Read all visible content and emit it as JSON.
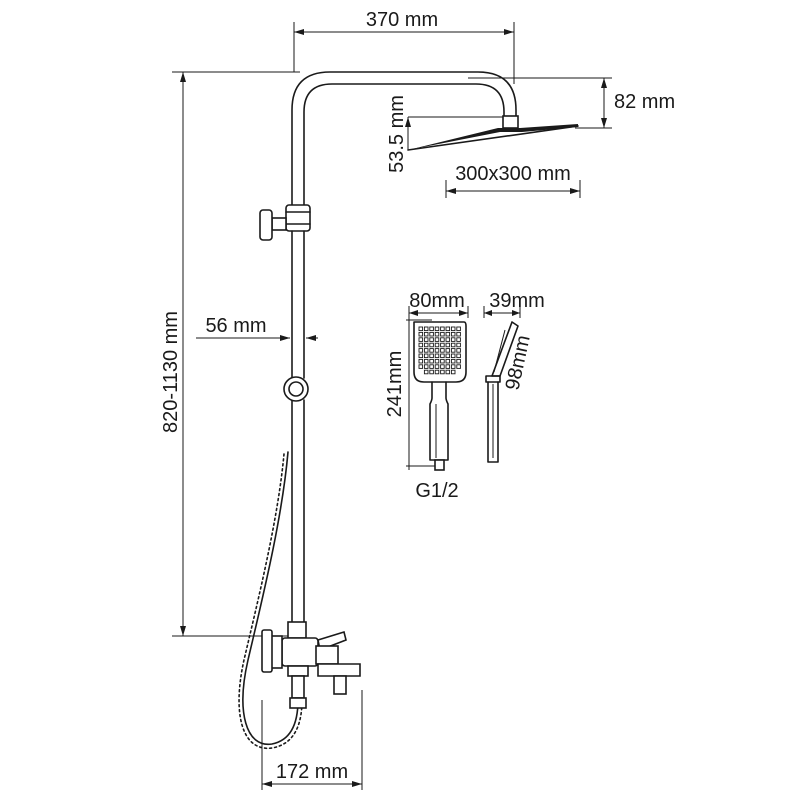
{
  "labels": {
    "head_width": "370 mm",
    "head_height": "82 mm",
    "head_thickness": "53.5 mm",
    "plate_size": "300x300 mm",
    "rail_diameter": "56 mm",
    "total_height": "820-1130 mm",
    "hand_width": "80mm",
    "hand_depth": "39mm",
    "hand_length": "241mm",
    "hand_side_length": "98mm",
    "thread": "G1/2",
    "spout_width": "172 mm"
  },
  "colors": {
    "line": "#1a1a1a",
    "background": "#ffffff"
  }
}
